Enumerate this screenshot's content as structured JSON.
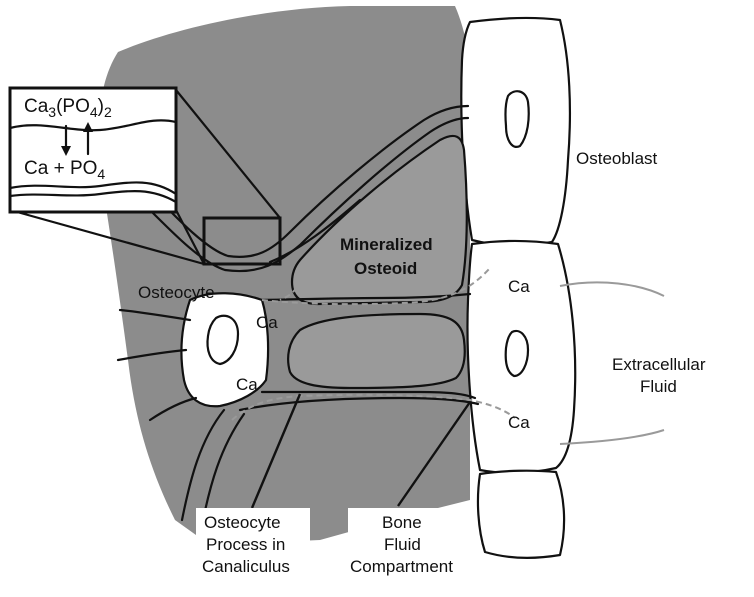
{
  "labels": {
    "osteoblast": "Osteoblast",
    "osteocyte": "Osteocyte",
    "mineralized_osteoid_line1": "Mineralized",
    "mineralized_osteoid_line2": "Osteoid",
    "extracellular_fluid_line1": "Extracellular",
    "extracellular_fluid_line2": "Fluid",
    "process_line1": "Osteocyte",
    "process_line2": "Process in",
    "process_line3": "Canaliculus",
    "bone_fluid_line1": "Bone",
    "bone_fluid_line2": "Fluid",
    "bone_fluid_line3": "Compartment"
  },
  "calcium": {
    "ca_upper_right": "Ca",
    "ca_middle_left": "Ca",
    "ca_lower_left": "Ca",
    "ca_lower_right": "Ca"
  },
  "inset": {
    "top_formula_base": "Ca",
    "top_formula_sub1": "3",
    "top_formula_mid": "(PO",
    "top_formula_sub2": "4",
    "top_formula_end": ")",
    "top_formula_sub3": "2",
    "bottom_formula_base": "Ca + PO",
    "bottom_formula_sub": "4"
  },
  "colors": {
    "bone_matrix": "#8c8c8c",
    "mineralized_osteoid": "#9a9a9a",
    "calcium_flow": "#9a9a9a",
    "outline": "#111111"
  }
}
